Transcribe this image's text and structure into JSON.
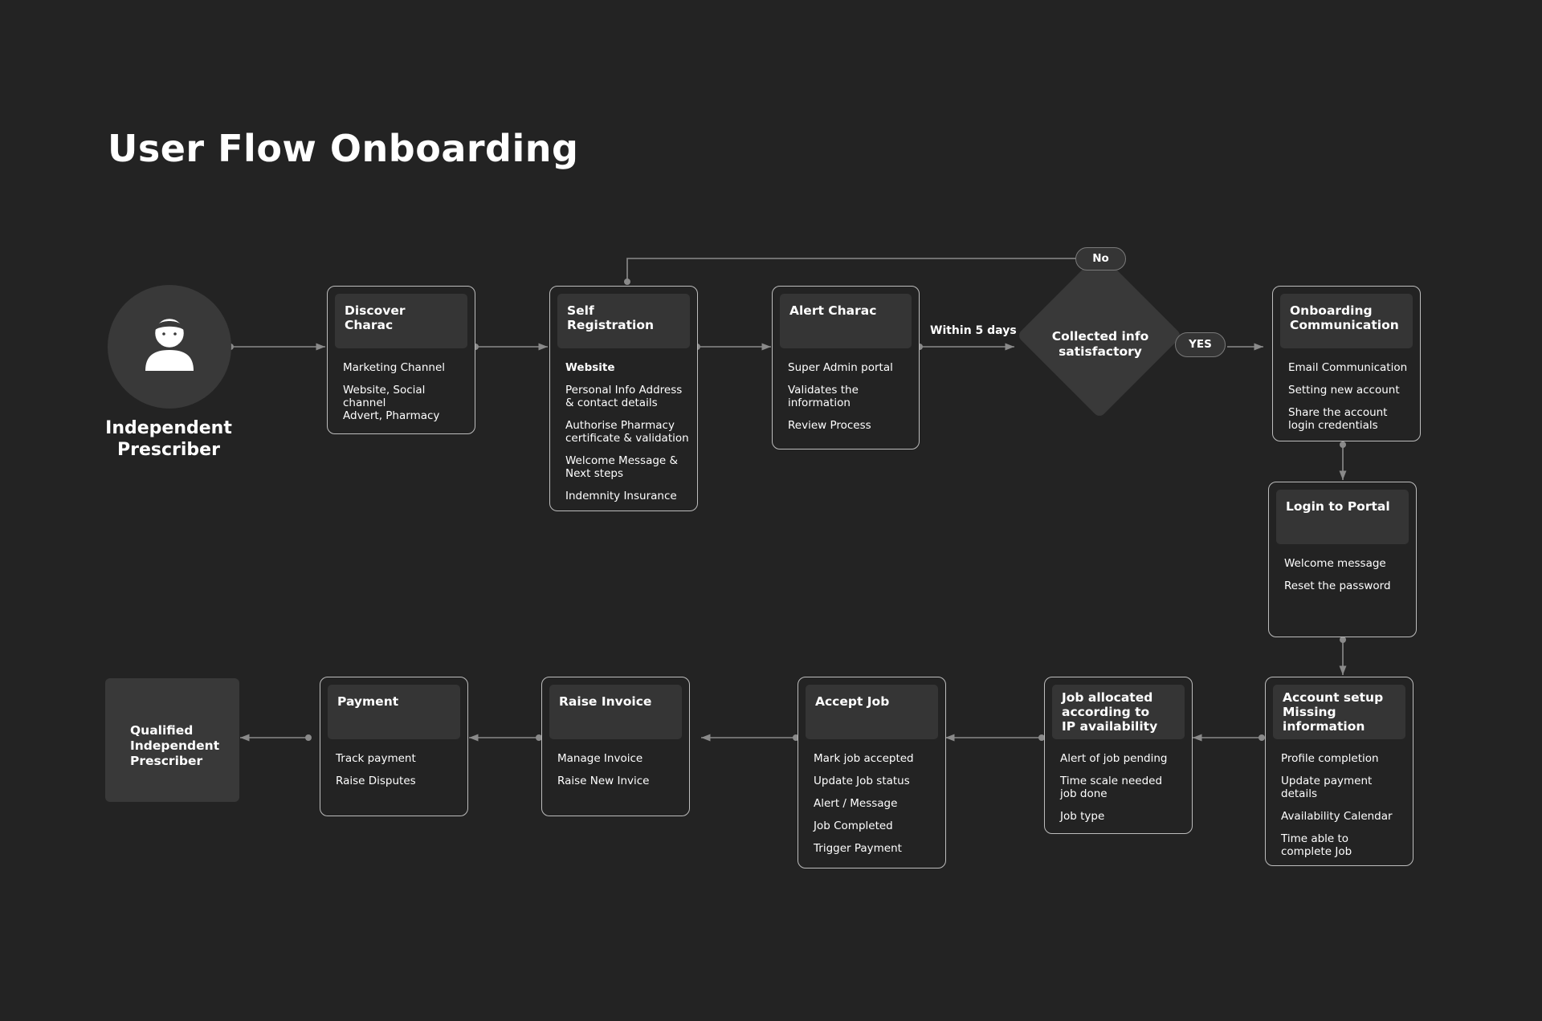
{
  "title": "User Flow Onboarding",
  "actor": {
    "label": "Independent\nPrescriber",
    "icon": "user-icon"
  },
  "decision": {
    "label": "Collected info\nsatisfactory",
    "yes_label": "YES",
    "no_label": "No",
    "edge_label": "Within 5 days"
  },
  "cards": {
    "discover": {
      "title": "Discover Charac",
      "items": [
        "Marketing Channel",
        "Website, Social channel\nAdvert, Pharmacy"
      ]
    },
    "self_registration": {
      "title": "Self Registration",
      "items": [
        "Website",
        "Personal Info Address\n& contact details",
        "Authorise Pharmacy\ncertificate & validation",
        "Welcome Message &\nNext steps",
        "Indemnity Insurance"
      ]
    },
    "alert": {
      "title": "Alert Charac",
      "items": [
        "Super Admin portal",
        "Validates the\ninformation",
        "Review Process"
      ]
    },
    "onboarding": {
      "title_line1": "Onboarding",
      "title_line2": "Communication",
      "items": [
        "Email Communication",
        "Setting new account",
        "Share the account\nlogin credentials"
      ]
    },
    "login": {
      "title": "Login to Portal",
      "items": [
        "Welcome message",
        "Reset the password"
      ]
    },
    "account_setup": {
      "title_line1": "Account setup",
      "title_line2": "Missing information",
      "items": [
        "Profile completion",
        "Update payment\ndetails",
        "Availability Calendar",
        "Time able to\ncomplete Job"
      ]
    },
    "job_allocated": {
      "title_line1": "Job allocated",
      "title_line2": "according to",
      "title_line3": "IP availability",
      "items": [
        "Alert of job pending",
        "Time scale needed\njob done",
        "Job type"
      ]
    },
    "accept_job": {
      "title": "Accept Job",
      "items": [
        "Mark job accepted",
        "Update Job status",
        "Alert / Message",
        "Job Completed",
        "Trigger Payment"
      ]
    },
    "raise_invoice": {
      "title": "Raise Invoice",
      "items": [
        "Manage Invoice",
        "Raise New Invice"
      ]
    },
    "payment": {
      "title": "Payment",
      "items": [
        "Track payment",
        "Raise Disputes"
      ]
    }
  },
  "final": {
    "label": "Qualified\nIndependent\nPrescriber"
  },
  "colors": {
    "background": "#232323",
    "card_border": "#bdbdbd",
    "card_header": "#353535",
    "connector": "#8a8a8a",
    "shape_fill": "#393939"
  }
}
